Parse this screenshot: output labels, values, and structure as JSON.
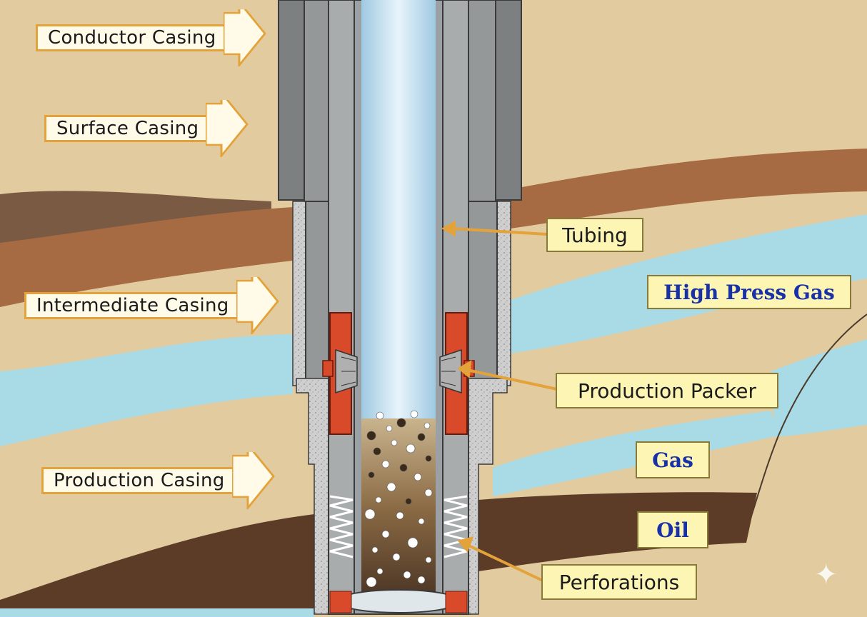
{
  "labels": {
    "conductor_casing": "Conductor Casing",
    "surface_casing": "Surface Casing",
    "intermediate_casing": "Intermediate Casing",
    "production_casing": "Production Casing",
    "tubing": "Tubing",
    "production_packer": "Production Packer",
    "perforations": "Perforations"
  },
  "zones": {
    "high_press_gas": "High Press Gas",
    "gas": "Gas",
    "oil": "Oil"
  },
  "colors": {
    "sand": "#e3cba0",
    "brown_layer": "#9a6a44",
    "dark_rock": "#5a4030",
    "water_gas_layer": "#a9dbe6",
    "casing_gray": "#8f9292",
    "cement": "#c8c8c8",
    "tubing_blue": "#cfe7f5",
    "packer_red": "#d94a2a",
    "arrow_orange": "#e3a23a",
    "callout_yellow": "#fdf5b4",
    "zone_text_blue": "#1830a8"
  },
  "icons": {
    "sparkle": "sparkle-icon"
  }
}
